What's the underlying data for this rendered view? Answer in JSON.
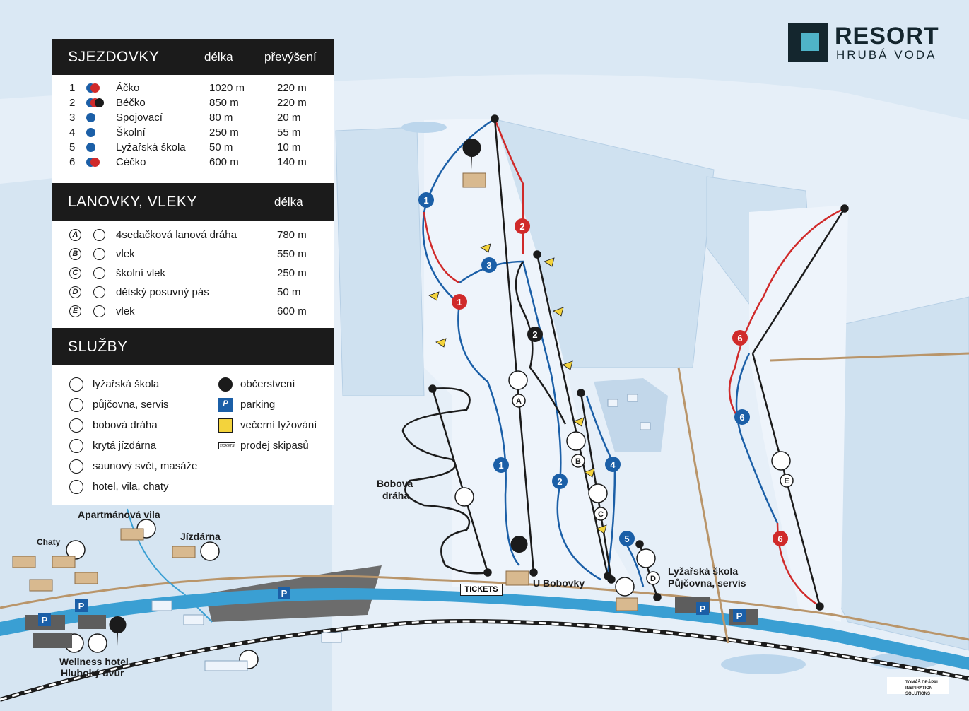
{
  "logo": {
    "line1": "RESORT",
    "line2": "HRUBÁ VODA"
  },
  "pistes_table": {
    "title": "SJEZDOVKY",
    "col_length": "délka",
    "col_elev": "převýšení",
    "rows": [
      {
        "num": "1",
        "name": "Áčko",
        "length": "1020 m",
        "elev": "220 m",
        "colors": [
          "#1b5fa7",
          "#d02a2a"
        ]
      },
      {
        "num": "2",
        "name": "Béčko",
        "length": "850 m",
        "elev": "220 m",
        "colors": [
          "#1b5fa7",
          "#d02a2a",
          "#1b1b1b"
        ]
      },
      {
        "num": "3",
        "name": "Spojovací",
        "length": "80 m",
        "elev": "20 m",
        "colors": [
          "#1b5fa7"
        ]
      },
      {
        "num": "4",
        "name": "Školní",
        "length": "250 m",
        "elev": "55 m",
        "colors": [
          "#1b5fa7"
        ]
      },
      {
        "num": "5",
        "name": "Lyžařská škola",
        "length": "50 m",
        "elev": "10 m",
        "colors": [
          "#1b5fa7"
        ]
      },
      {
        "num": "6",
        "name": "Céčko",
        "length": "600 m",
        "elev": "140 m",
        "colors": [
          "#1b5fa7",
          "#d02a2a"
        ]
      }
    ]
  },
  "lifts_table": {
    "title": "LANOVKY, VLEKY",
    "col_length": "délka",
    "rows": [
      {
        "letter": "A",
        "name": "4sedačková lanová dráha",
        "length": "780 m",
        "icon": "chairlift-icon"
      },
      {
        "letter": "B",
        "name": "vlek",
        "length": "550 m",
        "icon": "skilift-icon"
      },
      {
        "letter": "C",
        "name": "školní vlek",
        "length": "250 m",
        "icon": "skilift-icon"
      },
      {
        "letter": "D",
        "name": "dětský posuvný pás",
        "length": "50 m",
        "icon": "conveyor-icon"
      },
      {
        "letter": "E",
        "name": "vlek",
        "length": "600 m",
        "icon": "skilift-icon"
      }
    ]
  },
  "services": {
    "title": "SLUŽBY",
    "left": [
      {
        "label": "lyžařská škola",
        "icon": "ski-school-icon"
      },
      {
        "label": "půjčovna, servis",
        "icon": "rental-icon"
      },
      {
        "label": "bobová dráha",
        "icon": "bobsled-icon"
      },
      {
        "label": "krytá jízdárna",
        "icon": "horse-riding-icon"
      },
      {
        "label": "saunový svět, masáže",
        "icon": "sauna-icon"
      },
      {
        "label": "hotel, vila, chaty",
        "icon": "hotel-icon"
      }
    ],
    "right": [
      {
        "label": "občerstvení",
        "icon": "restaurant-icon"
      },
      {
        "label": "parking",
        "icon": "parking-icon",
        "glyph": "P"
      },
      {
        "label": "večerní lyžování",
        "icon": "night-skiing-icon"
      },
      {
        "label": "prodej skipasů",
        "icon": "tickets-icon",
        "glyph": "TICKETS"
      }
    ]
  },
  "map_labels": {
    "bob_track": "Bobová\ndráha",
    "bob_1": "Bobová",
    "bob_2": "dráha",
    "u_bobovky": "U Bobovky",
    "tickets": "TICKETS",
    "school_1": "Lyžařská škola",
    "school_2": "Půjčovna, servis",
    "apartment": "Apartmánová vila",
    "chaty": "Chaty",
    "jizdarna": "Jízdárna",
    "hotel_1": "Wellness hotel",
    "hotel_2": "Hluboký dvůr",
    "parking": "P"
  },
  "map_markers": {
    "pistes": [
      "1",
      "1",
      "1",
      "2",
      "2",
      "2",
      "3",
      "4",
      "5",
      "6",
      "6",
      "6"
    ],
    "lifts": [
      "A",
      "B",
      "C",
      "D",
      "E"
    ]
  },
  "credit": {
    "line1": "TOMÁŠ DRÁPAL",
    "line2": "INSPIRATION SOLUTIONS"
  },
  "colors": {
    "blue_piste": "#1b5fa7",
    "red_piste": "#d02a2a",
    "black_piste": "#1b1b1b",
    "snow": "#eaf2f9",
    "forest": "#c7dced",
    "river": "#3a9fd3",
    "road": "#b9956a"
  }
}
